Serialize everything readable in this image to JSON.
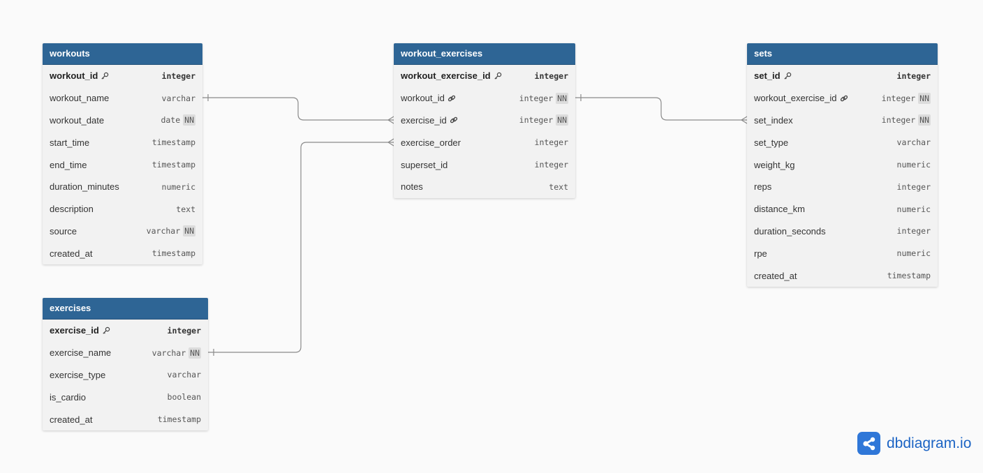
{
  "tables": {
    "workouts": {
      "name": "workouts",
      "columns": [
        {
          "name": "workout_id",
          "type": "integer",
          "pk": true,
          "nn": ""
        },
        {
          "name": "workout_name",
          "type": "varchar",
          "nn": ""
        },
        {
          "name": "workout_date",
          "type": "date",
          "nn": "NN"
        },
        {
          "name": "start_time",
          "type": "timestamp",
          "nn": ""
        },
        {
          "name": "end_time",
          "type": "timestamp",
          "nn": ""
        },
        {
          "name": "duration_minutes",
          "type": "numeric",
          "nn": ""
        },
        {
          "name": "description",
          "type": "text",
          "nn": ""
        },
        {
          "name": "source",
          "type": "varchar",
          "nn": "NN"
        },
        {
          "name": "created_at",
          "type": "timestamp",
          "nn": ""
        }
      ]
    },
    "exercises": {
      "name": "exercises",
      "columns": [
        {
          "name": "exercise_id",
          "type": "integer",
          "pk": true,
          "nn": ""
        },
        {
          "name": "exercise_name",
          "type": "varchar",
          "nn": "NN"
        },
        {
          "name": "exercise_type",
          "type": "varchar",
          "nn": ""
        },
        {
          "name": "is_cardio",
          "type": "boolean",
          "nn": ""
        },
        {
          "name": "created_at",
          "type": "timestamp",
          "nn": ""
        }
      ]
    },
    "workout_exercises": {
      "name": "workout_exercises",
      "columns": [
        {
          "name": "workout_exercise_id",
          "type": "integer",
          "pk": true,
          "nn": ""
        },
        {
          "name": "workout_id",
          "type": "integer",
          "fk": true,
          "nn": "NN"
        },
        {
          "name": "exercise_id",
          "type": "integer",
          "fk": true,
          "nn": "NN"
        },
        {
          "name": "exercise_order",
          "type": "integer",
          "nn": ""
        },
        {
          "name": "superset_id",
          "type": "integer",
          "nn": ""
        },
        {
          "name": "notes",
          "type": "text",
          "nn": ""
        }
      ]
    },
    "sets": {
      "name": "sets",
      "columns": [
        {
          "name": "set_id",
          "type": "integer",
          "pk": true,
          "nn": ""
        },
        {
          "name": "workout_exercise_id",
          "type": "integer",
          "fk": true,
          "nn": "NN"
        },
        {
          "name": "set_index",
          "type": "integer",
          "nn": "NN"
        },
        {
          "name": "set_type",
          "type": "varchar",
          "nn": ""
        },
        {
          "name": "weight_kg",
          "type": "numeric",
          "nn": ""
        },
        {
          "name": "reps",
          "type": "integer",
          "nn": ""
        },
        {
          "name": "distance_km",
          "type": "numeric",
          "nn": ""
        },
        {
          "name": "duration_seconds",
          "type": "integer",
          "nn": ""
        },
        {
          "name": "rpe",
          "type": "numeric",
          "nn": ""
        },
        {
          "name": "created_at",
          "type": "timestamp",
          "nn": ""
        }
      ]
    }
  },
  "relationships": [
    {
      "from": "workouts.workout_id",
      "to": "workout_exercises.workout_id",
      "type": "one-to-many"
    },
    {
      "from": "exercises.exercise_id",
      "to": "workout_exercises.exercise_id",
      "type": "one-to-many"
    },
    {
      "from": "workout_exercises.workout_exercise_id",
      "to": "sets.workout_exercise_id",
      "type": "one-to-many"
    }
  ],
  "brand": {
    "logo_text": "dbdiagram.io",
    "logo_icon": "share-nodes-icon"
  },
  "colors": {
    "header": "#2e6595",
    "table_body": "#f2f2f2",
    "connector": "#8a8a8a",
    "brand": "#2f77d8"
  }
}
